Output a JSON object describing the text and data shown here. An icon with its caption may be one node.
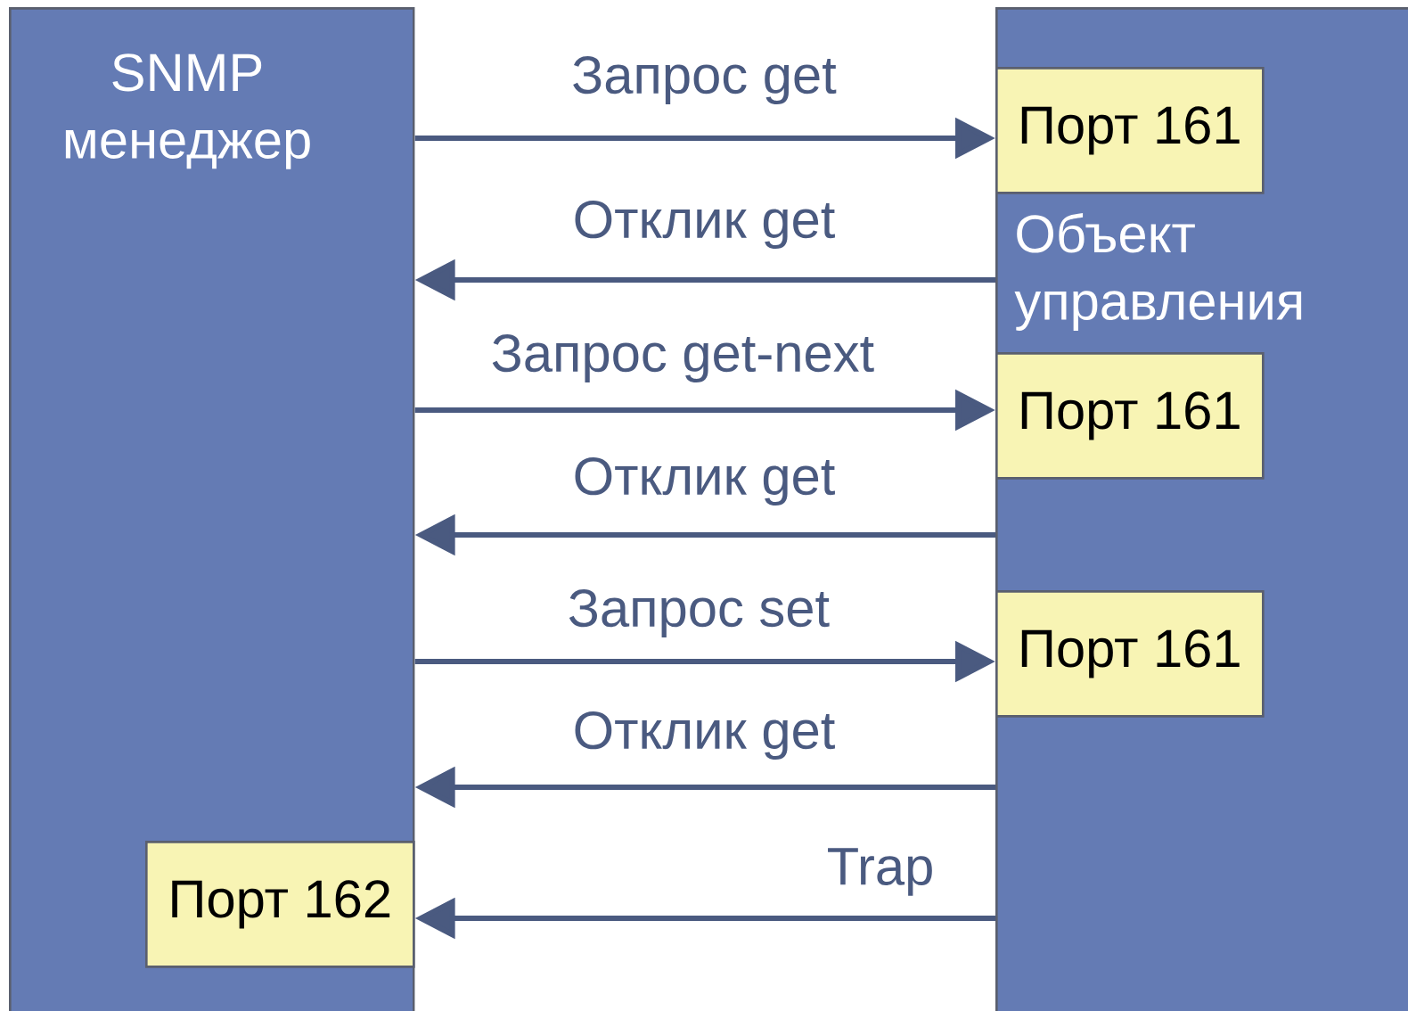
{
  "diagram": {
    "nodes": [
      {
        "text": [
          "SNMP менеджер"
        ]
      },
      {
        "text": [
          "Объект управления"
        ]
      },
      {
        "text": [
          "Порт 161"
        ],
        "in": 1
      },
      {
        "text": [
          "Порт 161"
        ],
        "in": 1
      },
      {
        "text": [
          "Порт 161"
        ],
        "in": 1
      },
      {
        "text": [
          "Порт 162"
        ],
        "in": 0
      }
    ],
    "edges": [
      {
        "from": 0,
        "to": 2,
        "arrow": "to",
        "label": "Запрос get"
      },
      {
        "from": 1,
        "to": 0,
        "arrow": "to",
        "label": "Отклик get"
      },
      {
        "from": 0,
        "to": 3,
        "arrow": "to",
        "label": "Запрос get-next"
      },
      {
        "from": 1,
        "to": 0,
        "arrow": "to",
        "label": "Отклик get"
      },
      {
        "from": 0,
        "to": 4,
        "arrow": "to",
        "label": "Запрос set"
      },
      {
        "from": 1,
        "to": 0,
        "arrow": "to",
        "label": "Отклик get"
      },
      {
        "from": 1,
        "to": 5,
        "arrow": "to",
        "label": "Trap"
      }
    ]
  }
}
